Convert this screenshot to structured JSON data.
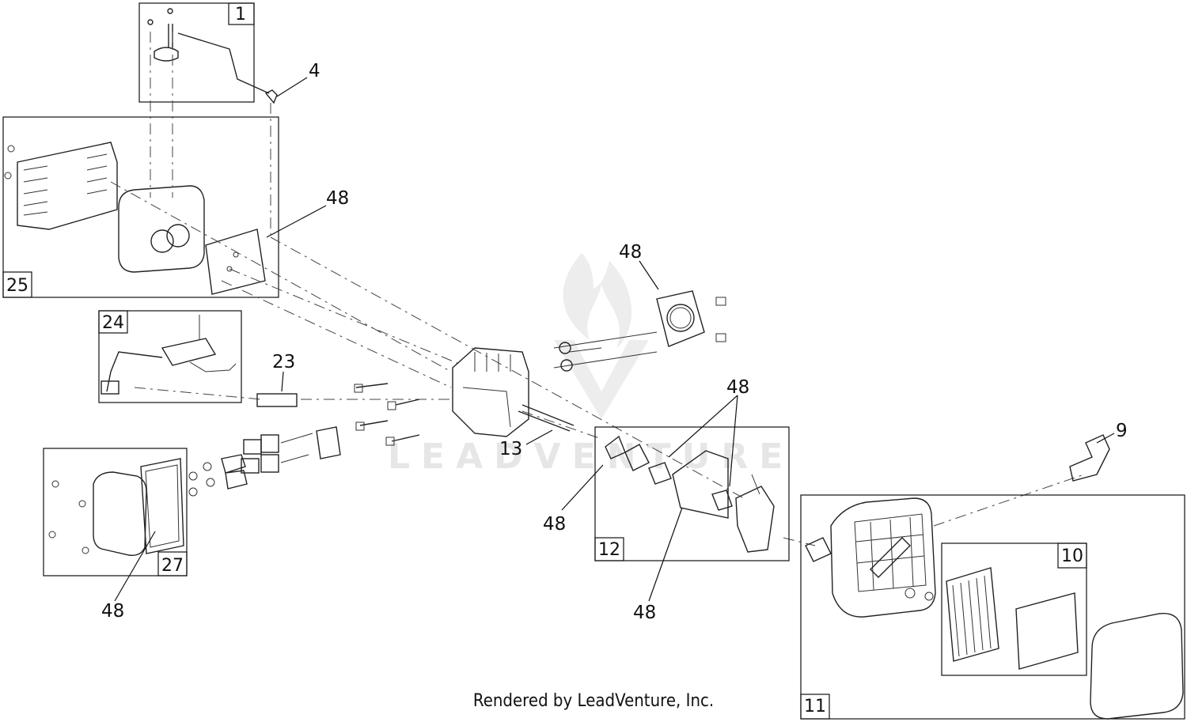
{
  "footer": "Rendered by LeadVenture, Inc.",
  "watermark": "LEADVENTURE",
  "labels": {
    "l4": "4",
    "l48a": "48",
    "l48b": "48",
    "l23": "23",
    "l48c": "48",
    "l13": "13",
    "l48d": "48",
    "l48e": "48",
    "l48f": "48",
    "l9": "9"
  },
  "boxes": {
    "b1": "1",
    "b25": "25",
    "b24": "24",
    "b27": "27",
    "b12": "12",
    "b10": "10",
    "b11": "11"
  }
}
